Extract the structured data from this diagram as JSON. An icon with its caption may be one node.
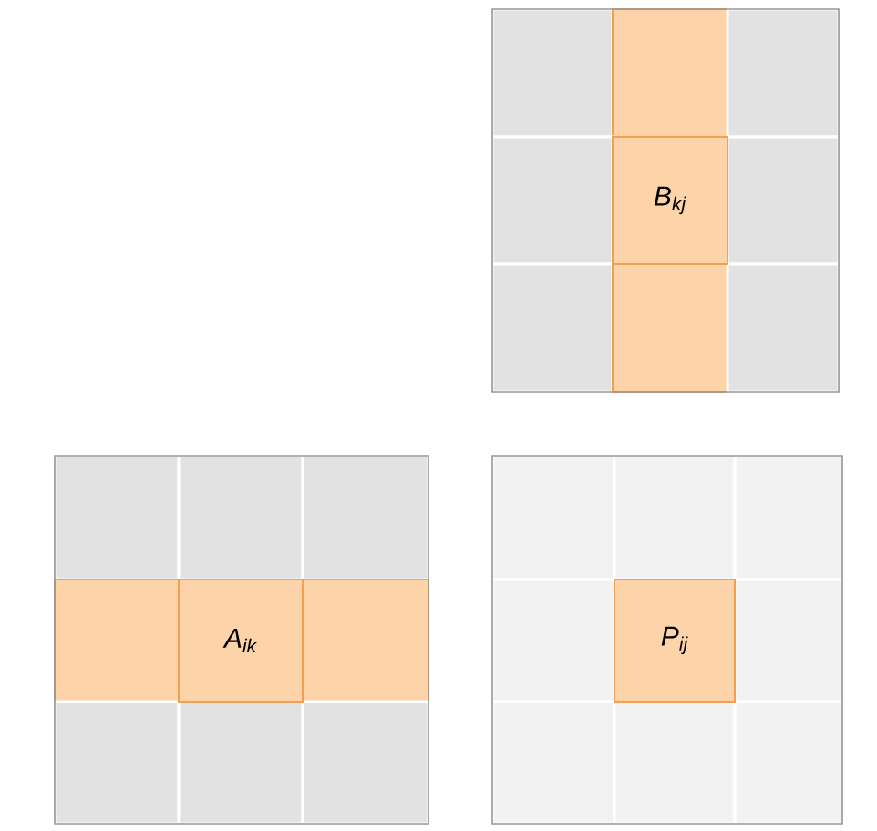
{
  "diagram": {
    "nodes": [
      {
        "text": [],
        "shape": "box"
      },
      {
        "text": [
          "B$_{kj}$"
        ],
        "in": 0
      },
      {
        "text": [],
        "shape": "box"
      },
      {
        "text": [
          "A$_{ik}$"
        ],
        "in": 2
      },
      {
        "text": [],
        "shape": "box"
      },
      {
        "text": [
          "P$_{ij}$"
        ],
        "in": 4
      }
    ]
  }
}
